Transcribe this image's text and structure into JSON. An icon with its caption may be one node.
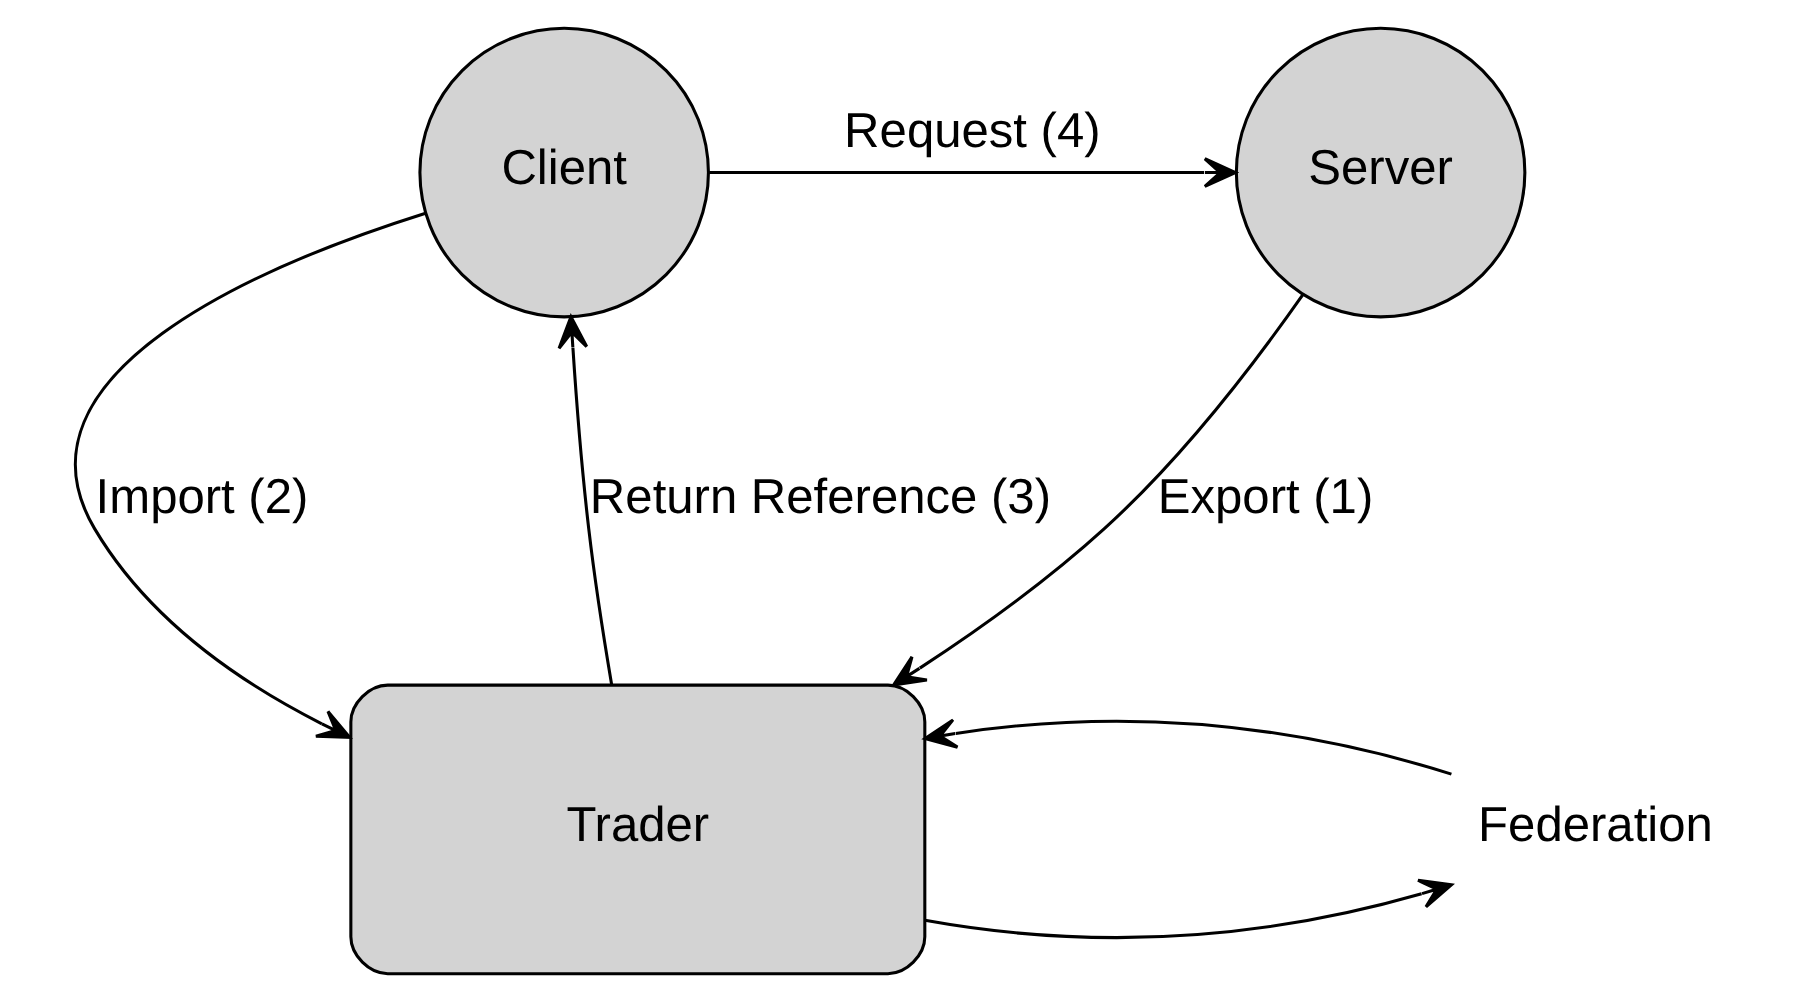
{
  "diagram": {
    "nodes": [
      {
        "text": [
          "Client"
        ]
      },
      {
        "text": [
          "Server"
        ]
      },
      {
        "text": [
          "Trader"
        ]
      },
      {
        "text": [
          "Federation"
        ]
      }
    ],
    "edges": [
      {
        "from": 0,
        "to": 1,
        "arrow": "to",
        "label": "Request (4)"
      },
      {
        "from": 1,
        "to": 2,
        "arrow": "to",
        "label": "Export (1)"
      },
      {
        "from": 0,
        "to": 2,
        "arrow": "to",
        "label": "Import (2)"
      },
      {
        "from": 2,
        "to": 0,
        "arrow": "to",
        "label": "Return Reference (3)"
      },
      {
        "from": 2,
        "to": 3,
        "arrow": "to"
      },
      {
        "from": 3,
        "to": 2,
        "arrow": "to"
      }
    ]
  }
}
